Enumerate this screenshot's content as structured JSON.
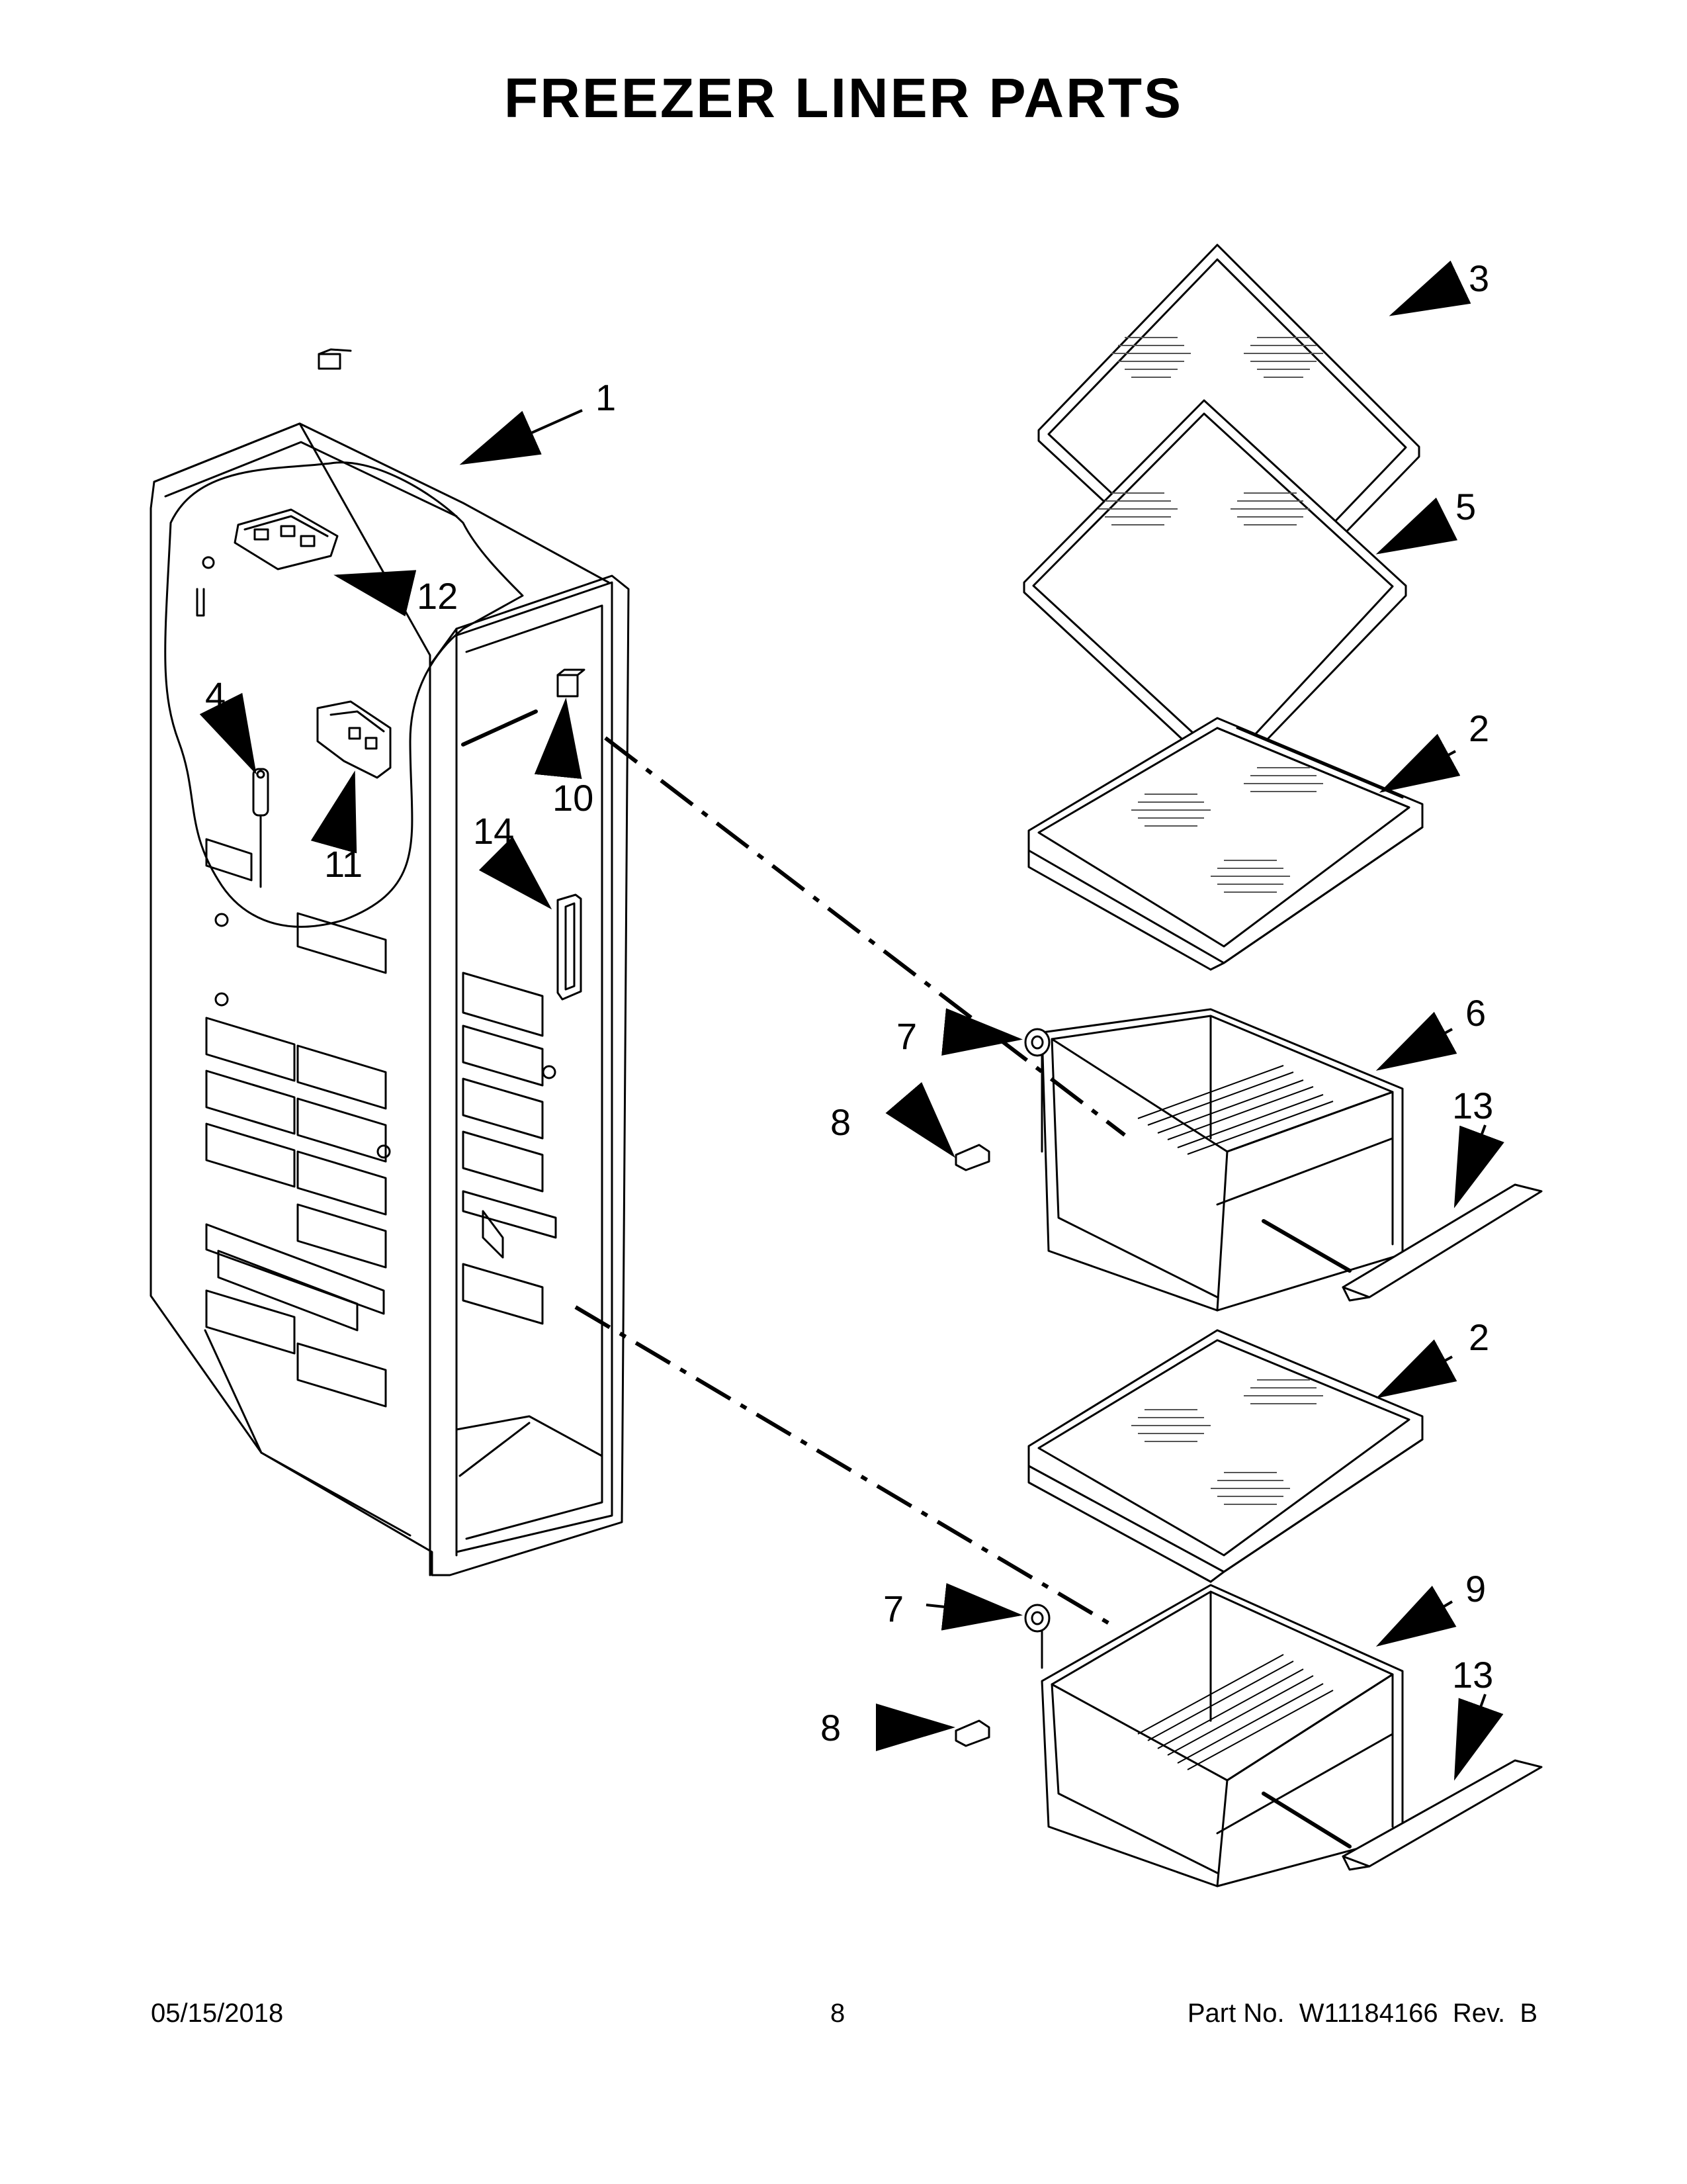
{
  "header": {
    "title": "FREEZER LINER PARTS"
  },
  "callouts": {
    "c1": "1",
    "c2a": "2",
    "c2b": "2",
    "c3": "3",
    "c4": "4",
    "c5": "5",
    "c6": "6",
    "c7a": "7",
    "c7b": "7",
    "c8a": "8",
    "c8b": "8",
    "c9": "9",
    "c10": "10",
    "c11": "11",
    "c12": "12",
    "c13a": "13",
    "c13b": "13",
    "c14": "14"
  },
  "footer": {
    "date": "05/15/2018",
    "page": "8",
    "part": "Part No.  W11184166  Rev.  B"
  }
}
